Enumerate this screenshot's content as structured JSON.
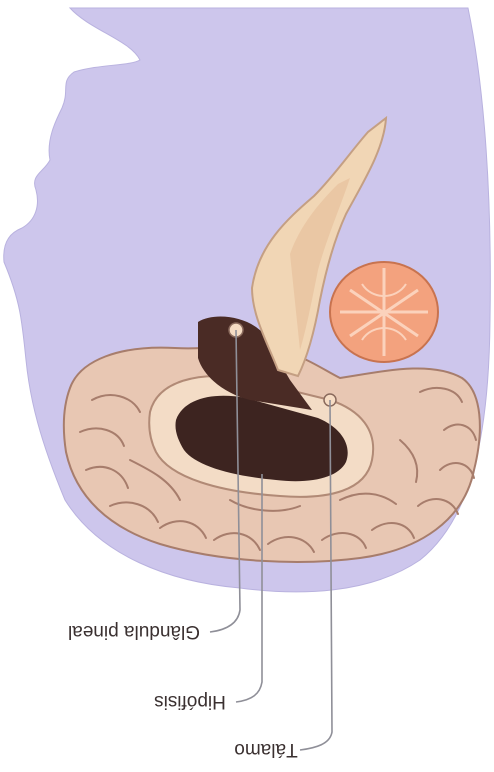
{
  "diagram": {
    "labels": [
      {
        "id": "pineal",
        "text": "Glândula pineal"
      },
      {
        "id": "pituitary",
        "text": "Hipófisis"
      },
      {
        "id": "thalamus",
        "text": "Tálamo"
      }
    ],
    "colors": {
      "head_silhouette": "#cdc6ec",
      "cerebrum": "#e8c7b3",
      "cerebrum_fold": "#a77d6c",
      "corpus_callosum": "#f3dcc6",
      "ventricle": "#3d2420",
      "cerebellum": "#f3a27e",
      "brainstem": "#f1d6b5",
      "leader_line": "#8f8f98"
    }
  }
}
